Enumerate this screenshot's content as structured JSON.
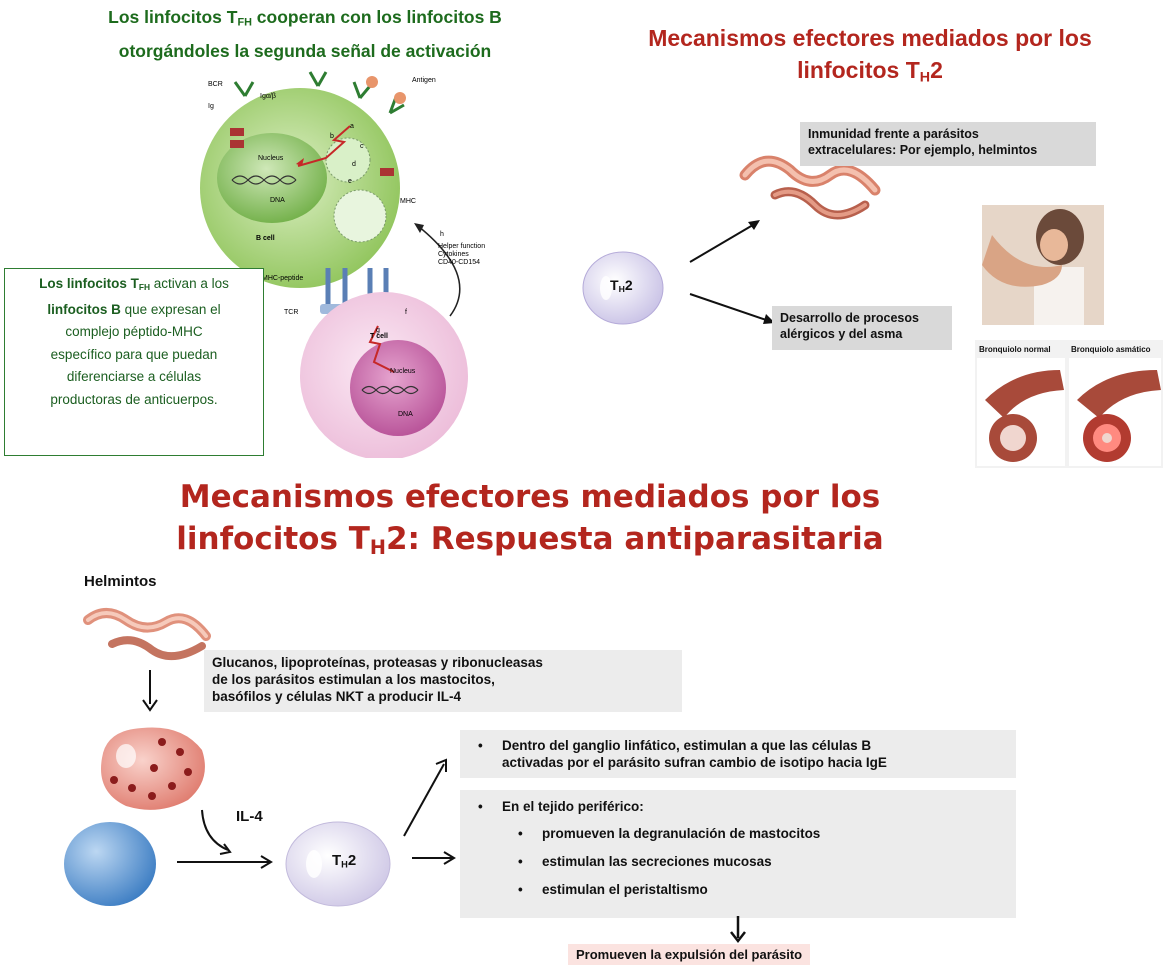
{
  "topleft": {
    "title_line1_pre": "Los linfocitos T",
    "title_line1_sub": "FH",
    "title_line1_post": " cooperan con los linfocitos B",
    "title_line2": "otorgándoles la segunda señal de activación",
    "box": {
      "p1_pre": "Los linfocitos T",
      "p1_sub": "FH",
      "p1_post": " activan a los",
      "p2_bold": "linfocitos B",
      "p2_post": " que expresan el",
      "p3": "complejo péptido-MHC",
      "p4": "específico para que puedan",
      "p5": "diferenciarse a células",
      "p6": "productoras de anticuerpos."
    },
    "labels": {
      "bcr": "BCR",
      "ig": "Ig",
      "igab": "Igα/β",
      "antigen": "Antigen",
      "nucleus_b": "Nucleus",
      "dna_b": "DNA",
      "mhc": "MHC",
      "b_cell": "B cell",
      "helper1": "Helper function",
      "helper2": "Cytokines",
      "helper3": "CD40-CD154",
      "mhc_peptide": "MHC-peptide",
      "tcr": "TCR",
      "t_cell": "T cell",
      "nucleus_t": "Nucleus",
      "dna_t": "DNA",
      "step_a": "a",
      "step_b": "b",
      "step_c": "c",
      "step_d": "d",
      "step_e": "e",
      "step_f": "f",
      "step_g": "g",
      "step_h": "h"
    }
  },
  "topright": {
    "title_line1": "Mecanismos efectores mediados por los",
    "title_line2_pre": "linfocitos T",
    "title_line2_sub": "H",
    "title_line2_post": "2",
    "cell_pre": "T",
    "cell_sub": "H",
    "cell_post": "2",
    "box1_line1": "Inmunidad frente a parásitos",
    "box1_line2": "extracelulares: Por ejemplo, helmintos",
    "box2_line1": "Desarrollo de procesos",
    "box2_line2": "alérgicos y del asma",
    "bronq_normal": "Bronquiolo normal",
    "bronq_asma": "Bronquiolo asmático"
  },
  "bottom": {
    "title_line1": "Mecanismos efectores mediados por los",
    "title_line2_pre": "linfocitos T",
    "title_line2_sub": "H",
    "title_line2_post": "2: Respuesta antiparasitaria",
    "helmintos": "Helmintos",
    "gluc1": "Glucanos, lipoproteínas, proteasas y ribonucleasas",
    "gluc2": "de los parásitos estimulan a los mastocitos,",
    "gluc3": "basófilos y células NKT a producir IL-4",
    "il4": "IL-4",
    "cell_pre": "T",
    "cell_sub": "H",
    "cell_post": "2",
    "b1_line1": "Dentro del ganglio linfático, estimulan a que las células B",
    "b1_line2": "activadas por el parásito sufran cambio de isotipo hacia IgE",
    "b2_head": "En el tejido periférico:",
    "b2_items": [
      "promueven la degranulación de mastocitos",
      "estimulan las secreciones mucosas",
      "estimulan el peristaltismo"
    ],
    "result": "Promueven la expulsión del parásito"
  },
  "colors": {
    "green_title": "#1d6b1d",
    "red_title": "#b3261e",
    "b_cell": "#9ccc65",
    "t_cell": "#f3c6e2",
    "th2_cell": "#ddd9ef",
    "naive_cell": "#5b9bd5",
    "mast_cell": "#e8877c",
    "worm": "#e8a08c"
  }
}
